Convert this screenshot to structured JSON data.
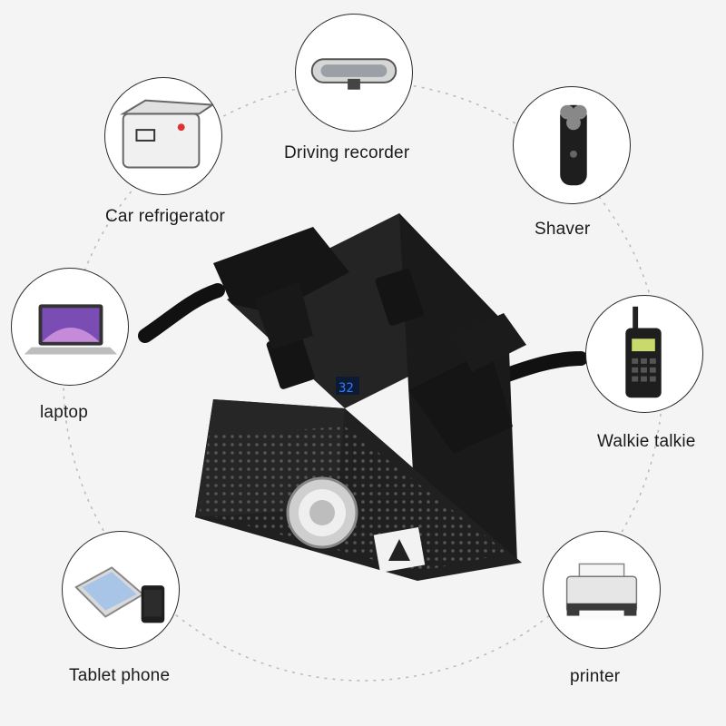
{
  "devices": [
    {
      "id": "driving-recorder",
      "label": "Driving recorder",
      "icon": "rearview-mirror-icon"
    },
    {
      "id": "car-refrigerator",
      "label": "Car refrigerator",
      "icon": "car-fridge-icon"
    },
    {
      "id": "shaver",
      "label": "Shaver",
      "icon": "electric-shaver-icon"
    },
    {
      "id": "laptop",
      "label": "laptop",
      "icon": "laptop-icon"
    },
    {
      "id": "walkie-talkie",
      "label": "Walkie talkie",
      "icon": "walkie-talkie-icon"
    },
    {
      "id": "tablet-phone",
      "label": "Tablet phone",
      "icon": "tablet-phone-icon"
    },
    {
      "id": "printer",
      "label": "printer",
      "icon": "printer-icon"
    }
  ],
  "colors": {
    "background": "#f4f4f4",
    "inverter_body": "#1c1c1c",
    "display_blue": "#2f7bff"
  }
}
